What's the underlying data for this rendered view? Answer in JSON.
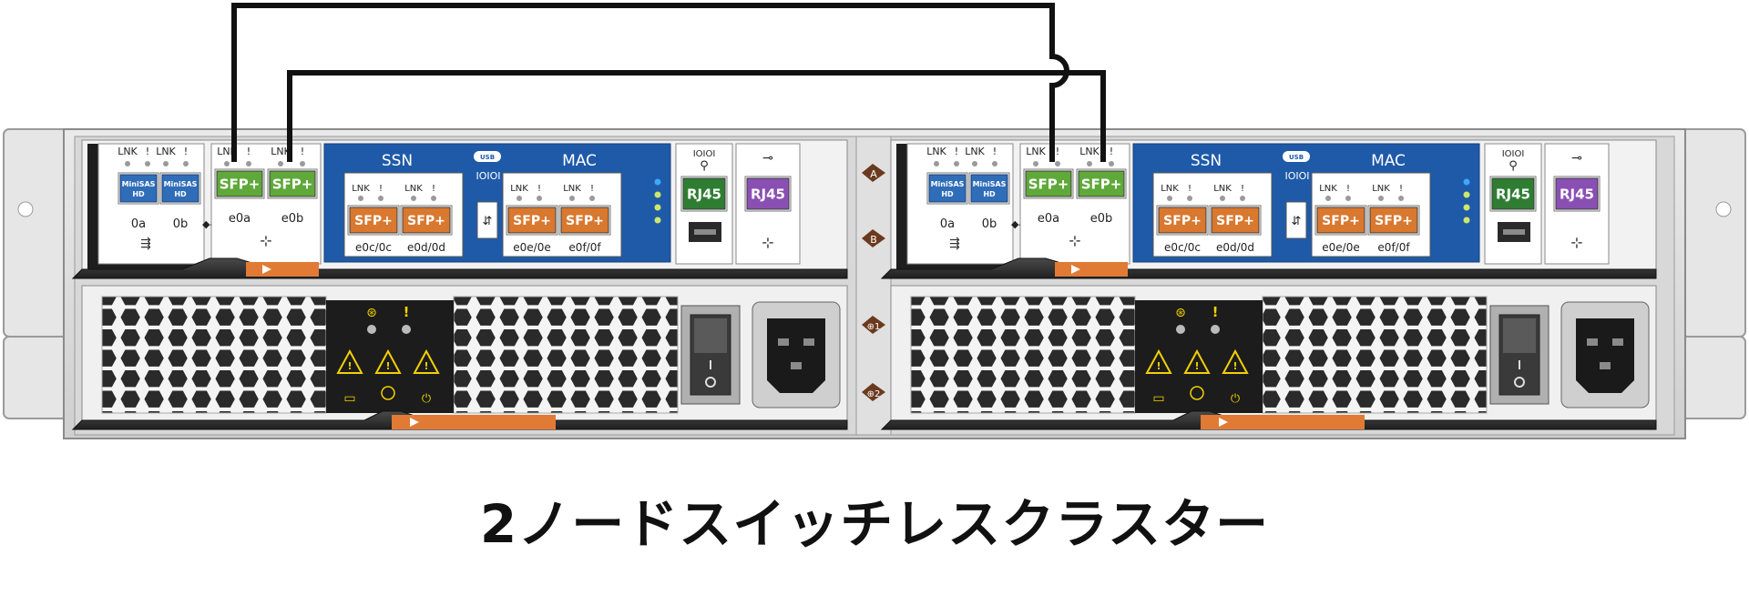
{
  "caption": "2ノードスイッチレスクラスター",
  "colors": {
    "sfp_green": "#5fa83a",
    "sfp_orange": "#d9782f",
    "rj45_green": "#2e7d32",
    "rj45_purple": "#8a4fb3",
    "minisas_blue": "#2f6db8",
    "mezz_blue": "#1f5aa8",
    "handle_orange": "#e07a35",
    "cable_black": "#111111"
  },
  "controllers": [
    {
      "id": "left",
      "lnk_labels": [
        "LNK",
        "!",
        "LNK",
        "!"
      ],
      "minisas": [
        "MiniSAS HD",
        "MiniSAS HD"
      ],
      "minisas_ports": [
        "0a",
        "0b"
      ],
      "sfp_onboard": [
        "SFP+",
        "SFP+"
      ],
      "sfp_onboard_ports": [
        "e0a",
        "e0b"
      ],
      "mezz_labels": {
        "ssn": "SSN",
        "usb": "USB",
        "mac": "MAC",
        "ioioi": "IOIOI"
      },
      "sfp_mezz": [
        "SFP+",
        "SFP+",
        "SFP+",
        "SFP+"
      ],
      "sfp_mezz_ports": [
        "e0c/0c",
        "e0d/0d",
        "e0e/0e",
        "e0f/0f"
      ],
      "rj45": [
        "RJ45",
        "RJ45"
      ]
    },
    {
      "id": "right",
      "lnk_labels": [
        "LNK",
        "!",
        "LNK",
        "!"
      ],
      "minisas": [
        "MiniSAS HD",
        "MiniSAS HD"
      ],
      "minisas_ports": [
        "0a",
        "0b"
      ],
      "sfp_onboard": [
        "SFP+",
        "SFP+"
      ],
      "sfp_onboard_ports": [
        "e0a",
        "e0b"
      ],
      "mezz_labels": {
        "ssn": "SSN",
        "usb": "USB",
        "mac": "MAC",
        "ioioi": "IOIOI"
      },
      "sfp_mezz": [
        "SFP+",
        "SFP+",
        "SFP+",
        "SFP+"
      ],
      "sfp_mezz_ports": [
        "e0c/0c",
        "e0d/0d",
        "e0e/0e",
        "e0f/0f"
      ],
      "rj45": [
        "RJ45",
        "RJ45"
      ]
    }
  ],
  "center_labels": [
    "A",
    "B",
    "⊕1",
    "⊕2"
  ],
  "cables": [
    {
      "from": "left e0a",
      "to": "right e0a"
    },
    {
      "from": "left e0b",
      "to": "right e0b"
    }
  ]
}
